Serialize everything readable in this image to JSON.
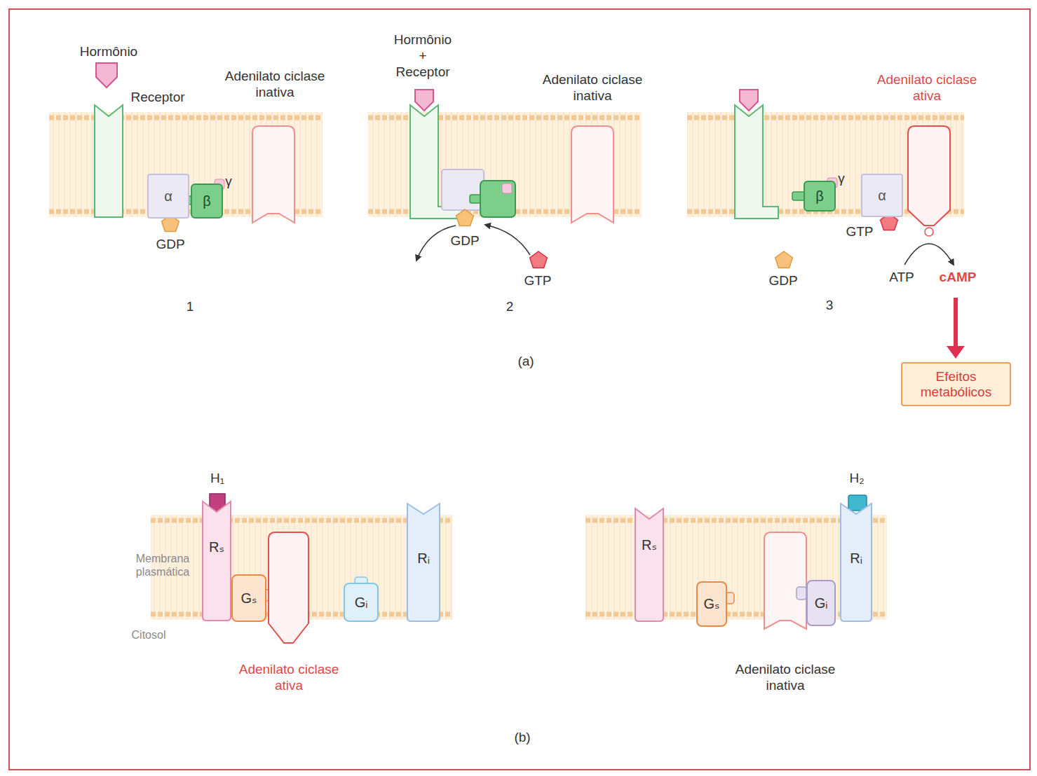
{
  "diagram": {
    "nodes": [
      {
        "text": [
          "α"
        ]
      },
      {
        "text": [
          "β"
        ]
      },
      {
        "text": [
          "β"
        ]
      },
      {
        "text": [
          "α"
        ]
      },
      {
        "text": [
          "Efeitos metabólicos"
        ]
      },
      {
        "text": [
          "Rₛ"
        ]
      },
      {
        "text": [
          "Gₛ"
        ]
      },
      {
        "text": [
          "Gᵢ"
        ]
      },
      {
        "text": [
          "Rᵢ"
        ]
      },
      {
        "text": [
          "Rₛ"
        ]
      },
      {
        "text": [
          "Gₛ"
        ]
      },
      {
        "text": [
          "Gᵢ"
        ]
      },
      {
        "text": [
          "Rᵢ"
        ]
      }
    ],
    "labels": [
      "Hormônio",
      "Receptor",
      "Adenilato ciclase inativa",
      "γ",
      "GDP",
      "1",
      "Hormônio + Receptor",
      "Adenilato ciclase inativa",
      "GDP",
      "GTP",
      "2",
      "Adenilato ciclase ativa",
      "γ",
      "GTP",
      "GDP",
      "ATP",
      "cAMP",
      "3",
      "(a)",
      "H₁",
      "Membrana plasmática",
      "Citosol",
      "Adenilato ciclase ativa",
      "H₂",
      "Adenilato ciclase inativa",
      "(b)"
    ]
  }
}
